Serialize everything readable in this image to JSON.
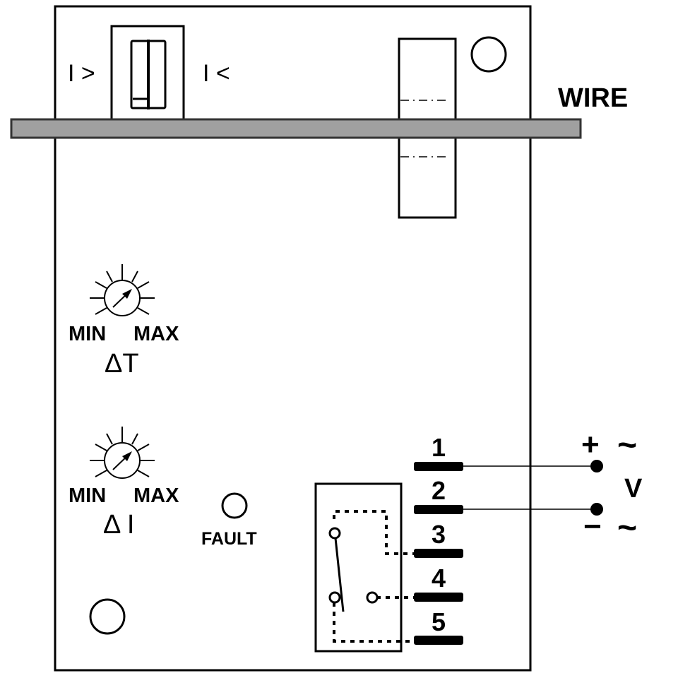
{
  "diagram": {
    "wire_label": "WIRE",
    "switch": {
      "left_label": "I >",
      "right_label": "I <"
    },
    "potentiometers": [
      {
        "id": "delta-t",
        "min_label": "MIN",
        "max_label": "MAX",
        "name_label": "ΔT"
      },
      {
        "id": "delta-i",
        "min_label": "MIN",
        "max_label": "MAX",
        "name_label": "Δ I"
      }
    ],
    "fault_indicator": {
      "label": "FAULT"
    },
    "terminals": [
      {
        "number": "1"
      },
      {
        "number": "2"
      },
      {
        "number": "3"
      },
      {
        "number": "4"
      },
      {
        "number": "5"
      }
    ],
    "supply": {
      "plus_label": "+",
      "minus_label": "−",
      "ac_symbol": "~",
      "voltage_label": "V"
    },
    "colors": {
      "wire_fill": "#a0a0a0",
      "wire_border": "#333333",
      "line": "#000000",
      "background": "#ffffff"
    }
  }
}
